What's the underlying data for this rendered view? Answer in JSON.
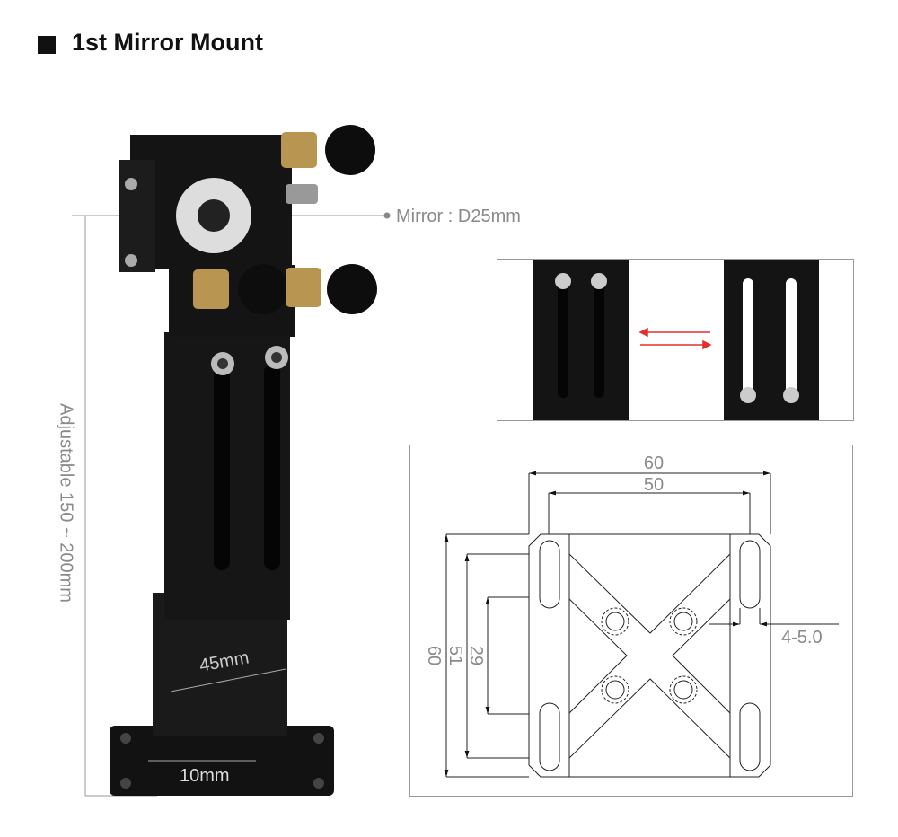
{
  "title": "1st Mirror Mount",
  "callouts": {
    "mirror": "Mirror : D25mm",
    "adjustable": "Adjustable 150 ~ 200mm",
    "width_45": "45mm",
    "width_10": "10mm"
  },
  "drawing": {
    "dim_top_outer": "60",
    "dim_top_inner": "50",
    "dim_left_outer": "60",
    "dim_left_mid": "51",
    "dim_left_inner": "29",
    "dim_slot": "4-5.0"
  },
  "colors": {
    "arrow": "#e0312f",
    "dim": "#8a8a8a",
    "mount": "#121212"
  }
}
